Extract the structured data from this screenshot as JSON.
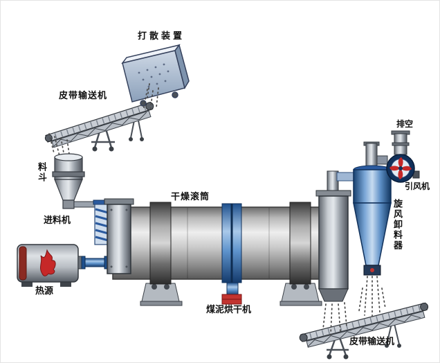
{
  "labels": {
    "scatter_device": "打散装置",
    "belt_conveyor_left": "皮带输送机",
    "hopper": "料斗",
    "feeder": "进料机",
    "heat_source": "热源",
    "drying_drum": "干燥滚筒",
    "coal_slime_dryer": "煤泥烘干机",
    "exhaust": "排空",
    "induced_draft_fan": "引风机",
    "cyclone_discharger": "旋风卸料器",
    "belt_conveyor_right": "皮带输送机"
  },
  "colors": {
    "background": "#ffffff",
    "machine_blue": "#2a5a9f",
    "dark_blue": "#10305a",
    "flame_red": "#c62828",
    "steel_gray": "#9aa0a8",
    "label_text": "#111111"
  }
}
